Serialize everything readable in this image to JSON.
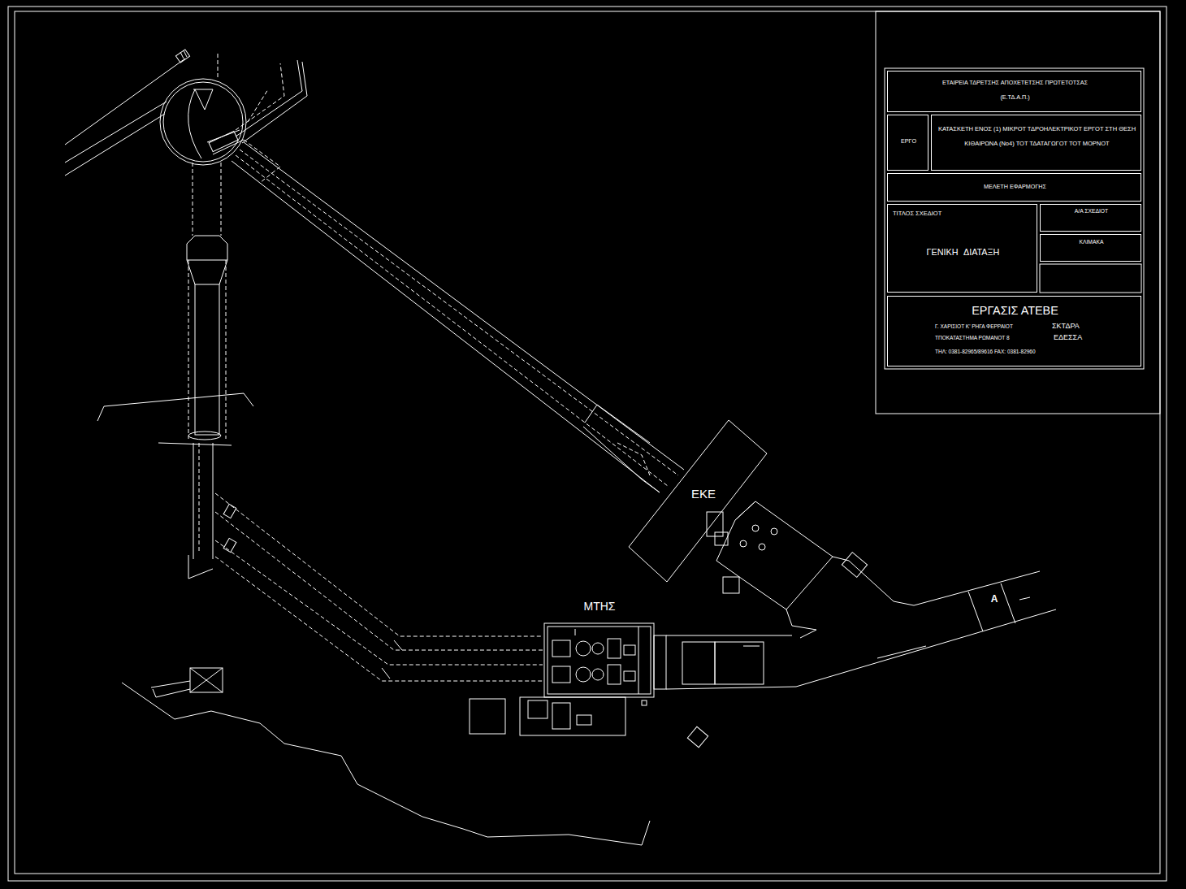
{
  "diagram": {
    "nodes": [
      {
        "text": [
          "ΕΤΑΙΡΕΙΑ ΤΔΡΕΤΣΗΣ ΑΠΟΧΕΤΕΤΣΗΣ ΠΡΩΤΕΤΟΤΣΑΣ",
          "(Ε.ΤΔ.Α.Π.)"
        ]
      },
      {
        "text": [
          "ΕΡΓΟ"
        ]
      },
      {
        "text": [
          "ΚΑΤΑΣΚΕΤΗ ΕΝΟΣ (1) ΜΙΚΡΟΤ ΤΔΡΟΗΛΕΚΤΡΙΚΟΤ ΕΡΓΟΤ ΣΤΗ ΘΕΣΗ ΚΙΘΑΙΡΩΝΑ (Νο4) ΤΟΤ ΤΔΑΤΑΓΩΓΟΤ ΤΟΤ ΜΟΡΝΟΤ"
        ]
      },
      {
        "text": [
          "ΜΕΛΕΤΗ ΕΦΑΡΜΟΓΗΣ"
        ]
      },
      {
        "text": [
          "ΤΙΤΛΟΣ ΣΧΕΔΙΟΤ",
          "ΓΕΝΙΚΗ ΔΙΑΤΑΞΗ"
        ]
      },
      {
        "text": [
          "Α/Α ΣΧΕΔΙΟΤ"
        ]
      },
      {
        "text": [
          "ΚΛΙΜΑΚΑ"
        ]
      },
      {
        "text": [
          "ΕΡΓΑΣΙΣ ΑΤΕΒΕ",
          "Γ. ΧΑΡΙΣΙΟΤ Κ' ΡΗΓΑ ΦΕΡΡΑΙΟΤ",
          "ΣΚΤΔΡΑ",
          "ΤΠΟΚΑΤΑΣΤΗΜΑ ΡΩΜΑΝΟΤ 8",
          "ΕΔΕΣΣΑ",
          "ΤΗΛ: 0381-82965/89616 FAX: 0381-82960"
        ]
      },
      {
        "text": [
          "ΕΚΕ"
        ]
      },
      {
        "text": [
          "ΜΤΗΣ"
        ]
      }
    ],
    "labels": [
      "Α"
    ]
  }
}
